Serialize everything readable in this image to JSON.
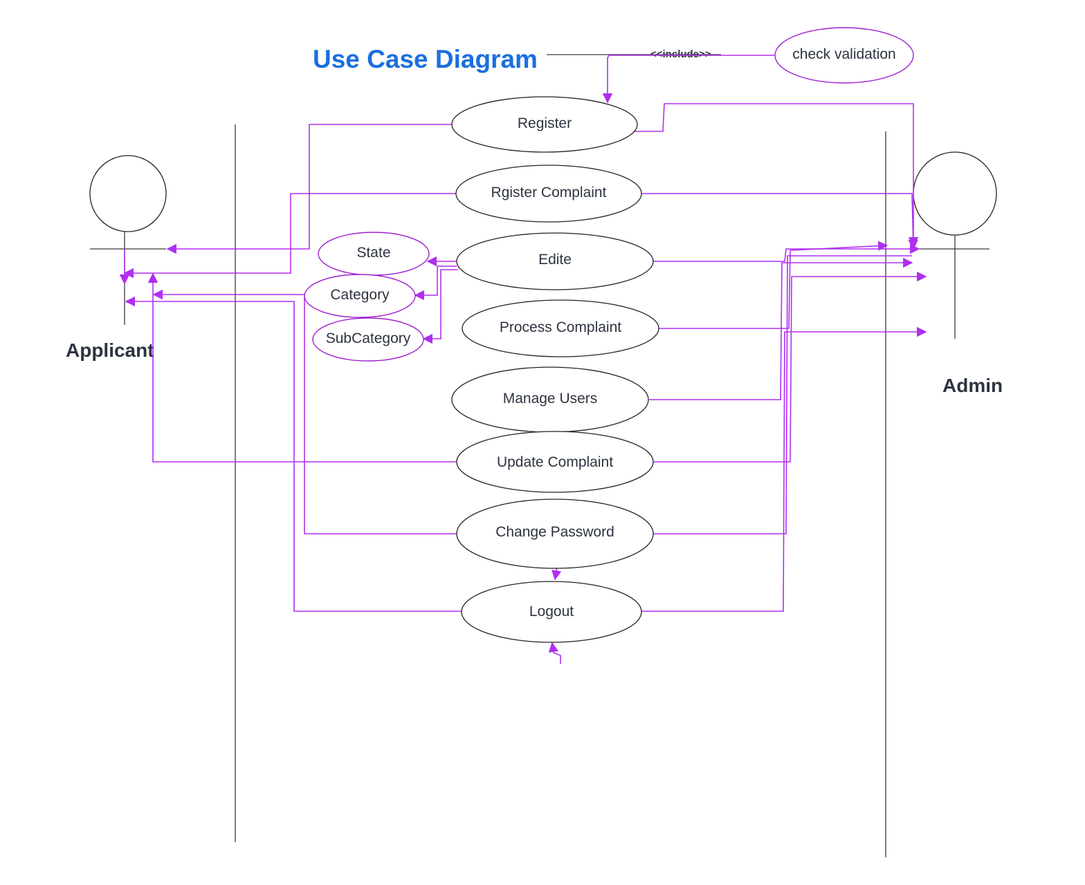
{
  "title": "Use Case  Diagram",
  "stereotype": "<<include>>",
  "actors": {
    "applicant": "Applicant",
    "admin": "Admin"
  },
  "use_cases": {
    "check_validation": "check validation",
    "register": "Register",
    "register_complaint": "Rgister Complaint",
    "edite": "Edite",
    "process_complaint": "Process Complaint",
    "manage_users": "Manage Users",
    "update_complaint": "Update Complaint",
    "change_password": "Change Password",
    "logout": "Logout",
    "state": "State",
    "category": "Category",
    "subcategory": "SubCategory"
  },
  "colors": {
    "title": "#1a6fe0",
    "connector": "#b02ef0",
    "outline": "#222222"
  }
}
